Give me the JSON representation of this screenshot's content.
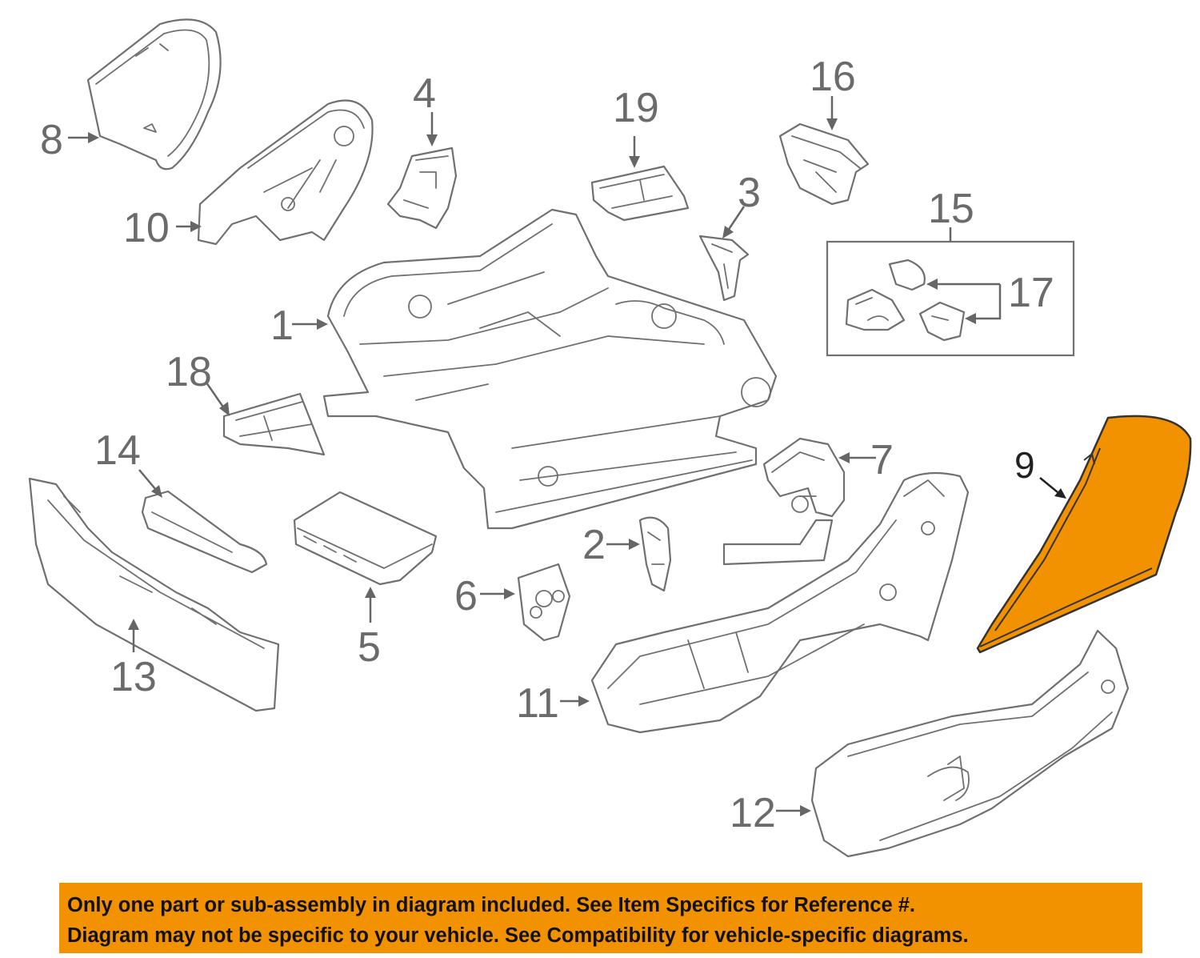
{
  "callouts": {
    "p1": "1",
    "p2": "2",
    "p3": "3",
    "p4": "4",
    "p5": "5",
    "p6": "6",
    "p7": "7",
    "p8": "8",
    "p9": "9",
    "p10": "10",
    "p11": "11",
    "p12": "12",
    "p13": "13",
    "p14": "14",
    "p15": "15",
    "p16": "16",
    "p17": "17",
    "p18": "18",
    "p19": "19"
  },
  "highlighted_part": "9",
  "colors": {
    "highlight": "#f39200",
    "line_art": "#707070",
    "banner": "#f39200"
  },
  "disclaimer": {
    "line1": "Only one part or sub-assembly in diagram included. See Item Specifics for Reference #.",
    "line2": "Diagram may not be specific to your vehicle. See Compatibility for vehicle-specific diagrams."
  }
}
